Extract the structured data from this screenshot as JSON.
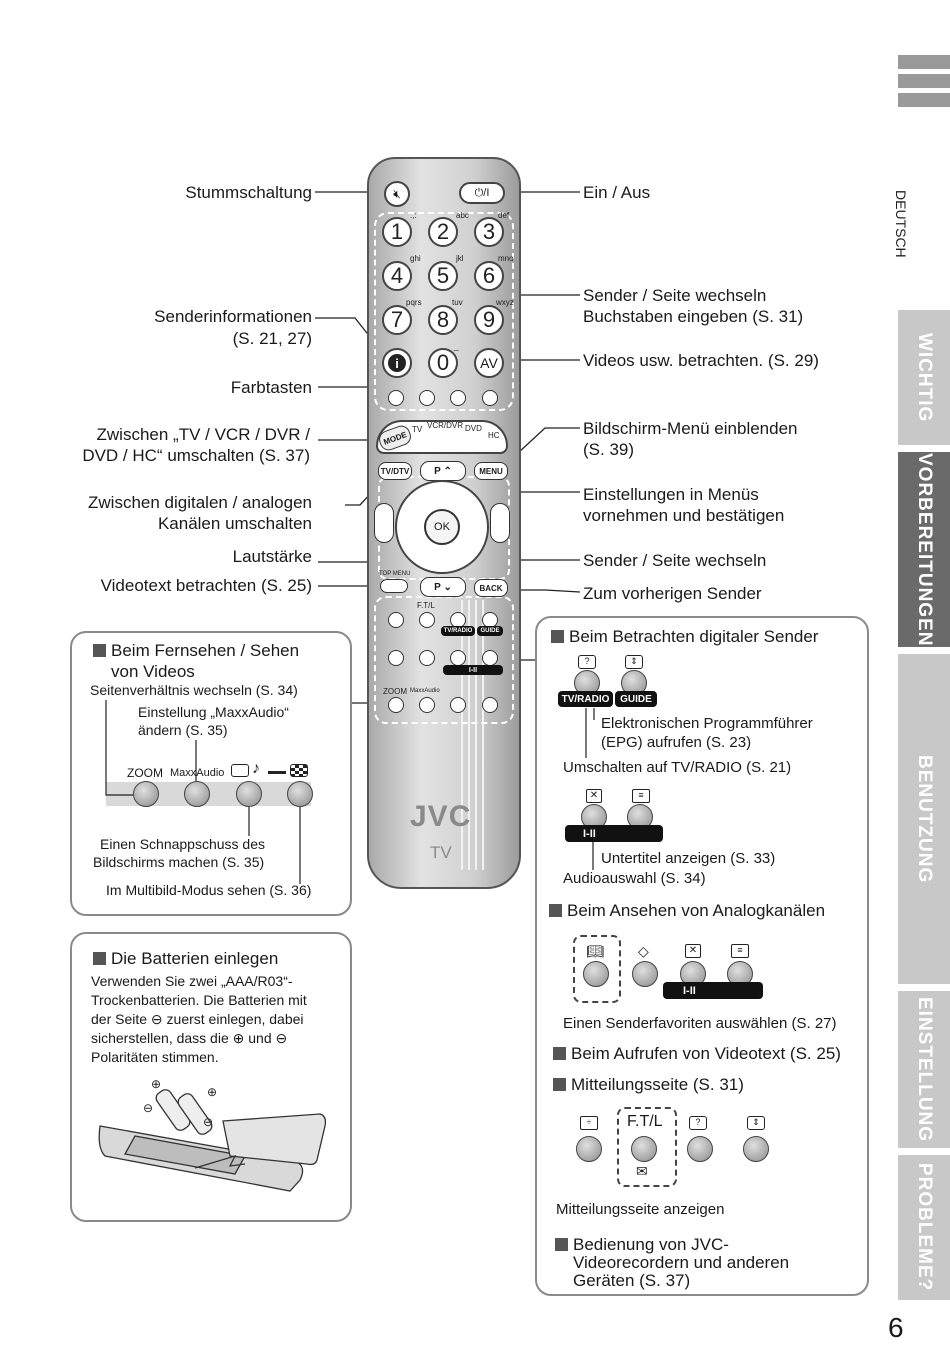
{
  "remote": {
    "brand": "JVC",
    "model": "TV",
    "keys": [
      "1",
      "2",
      "3",
      "4",
      "5",
      "6",
      "7",
      "8",
      "9",
      "0"
    ],
    "key_letters": [
      ".,:",
      "abc",
      "def",
      "ghi",
      "jkl",
      "mno",
      "pqrs",
      "tuv",
      "wxyz",
      "_"
    ],
    "av": "AV",
    "power": "⏻/I",
    "mode": "MODE",
    "modes": [
      "TV",
      "VCR/DVR",
      "DVD",
      "HC"
    ],
    "tvdtv": "TV/DTV",
    "p_up": "P ⌃",
    "menu": "MENU",
    "ok": "OK",
    "top_menu": "TOP MENU",
    "p_down": "P ⌄",
    "back": "BACK",
    "ftl": "F.T/L",
    "tvradio": "TV/RADIO",
    "guide": "GUIDE",
    "i_ii": "I-II",
    "zoom": "ZOOM",
    "maxx": "MaxxAudio"
  },
  "callouts_left": {
    "mute": "Stummschaltung",
    "info_1": "Senderinformationen",
    "info_2": "(S. 21, 27)",
    "color": "Farbtasten",
    "switch_1": "Zwischen „TV / VCR / DVR /",
    "switch_2": "DVD / HC“ umschalten (S. 37)",
    "digital_1": "Zwischen digitalen / analogen",
    "digital_2": "Kanälen umschalten",
    "volume": "Lautstärke",
    "teletext": "Videotext betrachten (S. 25)"
  },
  "callouts_right": {
    "power": "Ein / Aus",
    "channel_1": "Sender / Seite wechseln",
    "channel_2": "Buchstaben eingeben (S. 31)",
    "videos": "Videos usw. betrachten. (S. 29)",
    "menu_1": "Bildschirm-Menü einblenden",
    "menu_2": "(S. 39)",
    "settings_1": "Einstellungen in Menüs",
    "settings_2": "vornehmen und bestätigen",
    "channel_b": "Sender / Seite wechseln",
    "previous": "Zum vorherigen Sender"
  },
  "box_tv": {
    "heading_1": "Beim Fernsehen / Sehen",
    "heading_2": "von Videos",
    "aspect": "Seitenverhältnis wechseln (S. 34)",
    "maxx_1": "Einstellung „MaxxAudio“",
    "maxx_2": "ändern (S. 35)",
    "zoom": "ZOOM",
    "maxx": "MaxxAudio",
    "snap_1": "Einen Schnappschuss des",
    "snap_2": "Bildschirms machen (S. 35)",
    "multi": "Im Multibild-Modus sehen (S. 36)"
  },
  "box_batt": {
    "heading": "Die Batterien einlegen",
    "line_1": "Verwenden Sie zwei „AAA/R03“-",
    "line_2": "Trockenbatterien. Die Batterien mit",
    "line_3": "der Seite ⊖ zuerst einlegen, dabei",
    "line_4": "sicherstellen, dass die ⊕ und ⊖",
    "line_5": "Polaritäten stimmen."
  },
  "box_digital": {
    "heading": "Beim Betrachten digitaler Sender",
    "tvradio": "TV/RADIO",
    "guide": "GUIDE",
    "epg_1": "Elektronischen Programmführer",
    "epg_2": "(EPG) aufrufen (S. 23)",
    "tvradio_desc": "Umschalten auf TV/RADIO (S. 21)",
    "i_ii": "I-II",
    "subtitle": "Untertitel anzeigen (S. 33)",
    "audio": "Audioauswahl (S. 34)",
    "analog_heading": "Beim Ansehen von Analogkanälen",
    "favorites": "Einen Senderfavoriten auswählen (S. 27)",
    "teletext_heading": "Beim Aufrufen von Videotext (S. 25)",
    "message_heading": "Mitteilungsseite (S. 31)",
    "ftl": "F.T/L",
    "message_show": "Mitteilungsseite anzeigen",
    "jvc_1": "Bedienung von JVC-",
    "jvc_2": "Videorecordern und anderen",
    "jvc_3": "Geräten (S. 37)"
  },
  "sidebar": {
    "language": "DEUTSCH",
    "tabs": [
      "WICHTIG",
      "VORBEREITUNGEN",
      "BENUTZUNG",
      "EINSTELLUNG",
      "PROBLEME?"
    ],
    "active_tab": "VORBEREITUNGEN"
  },
  "page_number": "6"
}
